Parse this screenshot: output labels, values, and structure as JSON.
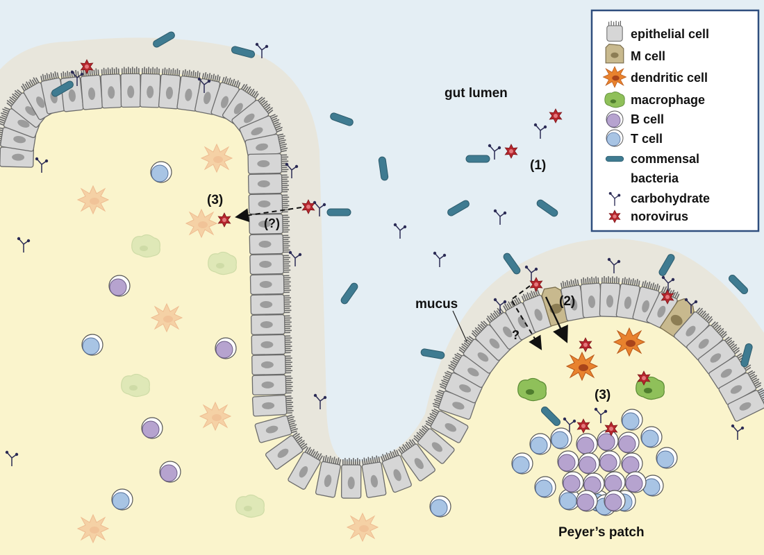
{
  "labels": {
    "gut_lumen": "gut lumen",
    "mucus": "mucus",
    "peyers_patch": "Peyer’s patch",
    "step1": "(1)",
    "step2": "(2)",
    "step3_left": "(3)",
    "step3_right": "(3)",
    "question_left": "(?)",
    "question_right": "?"
  },
  "legend": {
    "items": [
      {
        "icon": "epithelial-cell-icon",
        "label": "epithelial cell"
      },
      {
        "icon": "m-cell-icon",
        "label": "M cell"
      },
      {
        "icon": "dendritic-cell-icon",
        "label": "dendritic cell"
      },
      {
        "icon": "macrophage-icon",
        "label": "macrophage"
      },
      {
        "icon": "b-cell-icon",
        "label": "B cell"
      },
      {
        "icon": "t-cell-icon",
        "label": "T cell"
      },
      {
        "icon": "commensal-bacteria-icon",
        "label": "commensal"
      },
      {
        "icon": "none",
        "label": "bacteria"
      },
      {
        "icon": "carbohydrate-icon",
        "label": "carbohydrate"
      },
      {
        "icon": "norovirus-icon",
        "label": "norovirus"
      }
    ]
  },
  "colors": {
    "lumen": "#e4eef4",
    "mucus": "#e8e6dc",
    "tissue": "#faf4cc",
    "epithelium": "#d6d6d6",
    "epithelium_edge": "#6e6e6e",
    "m_cell": "#c8b98e",
    "dendritic": "#e8822e",
    "dendritic_faded": "#f5c9a6",
    "macrophage": "#8fc05a",
    "b_cell": "#b6a3cf",
    "t_cell": "#a8c4e4",
    "bacteria": "#3f7b91",
    "norovirus": "#b5262d",
    "legend_border": "#2f4e7e"
  }
}
